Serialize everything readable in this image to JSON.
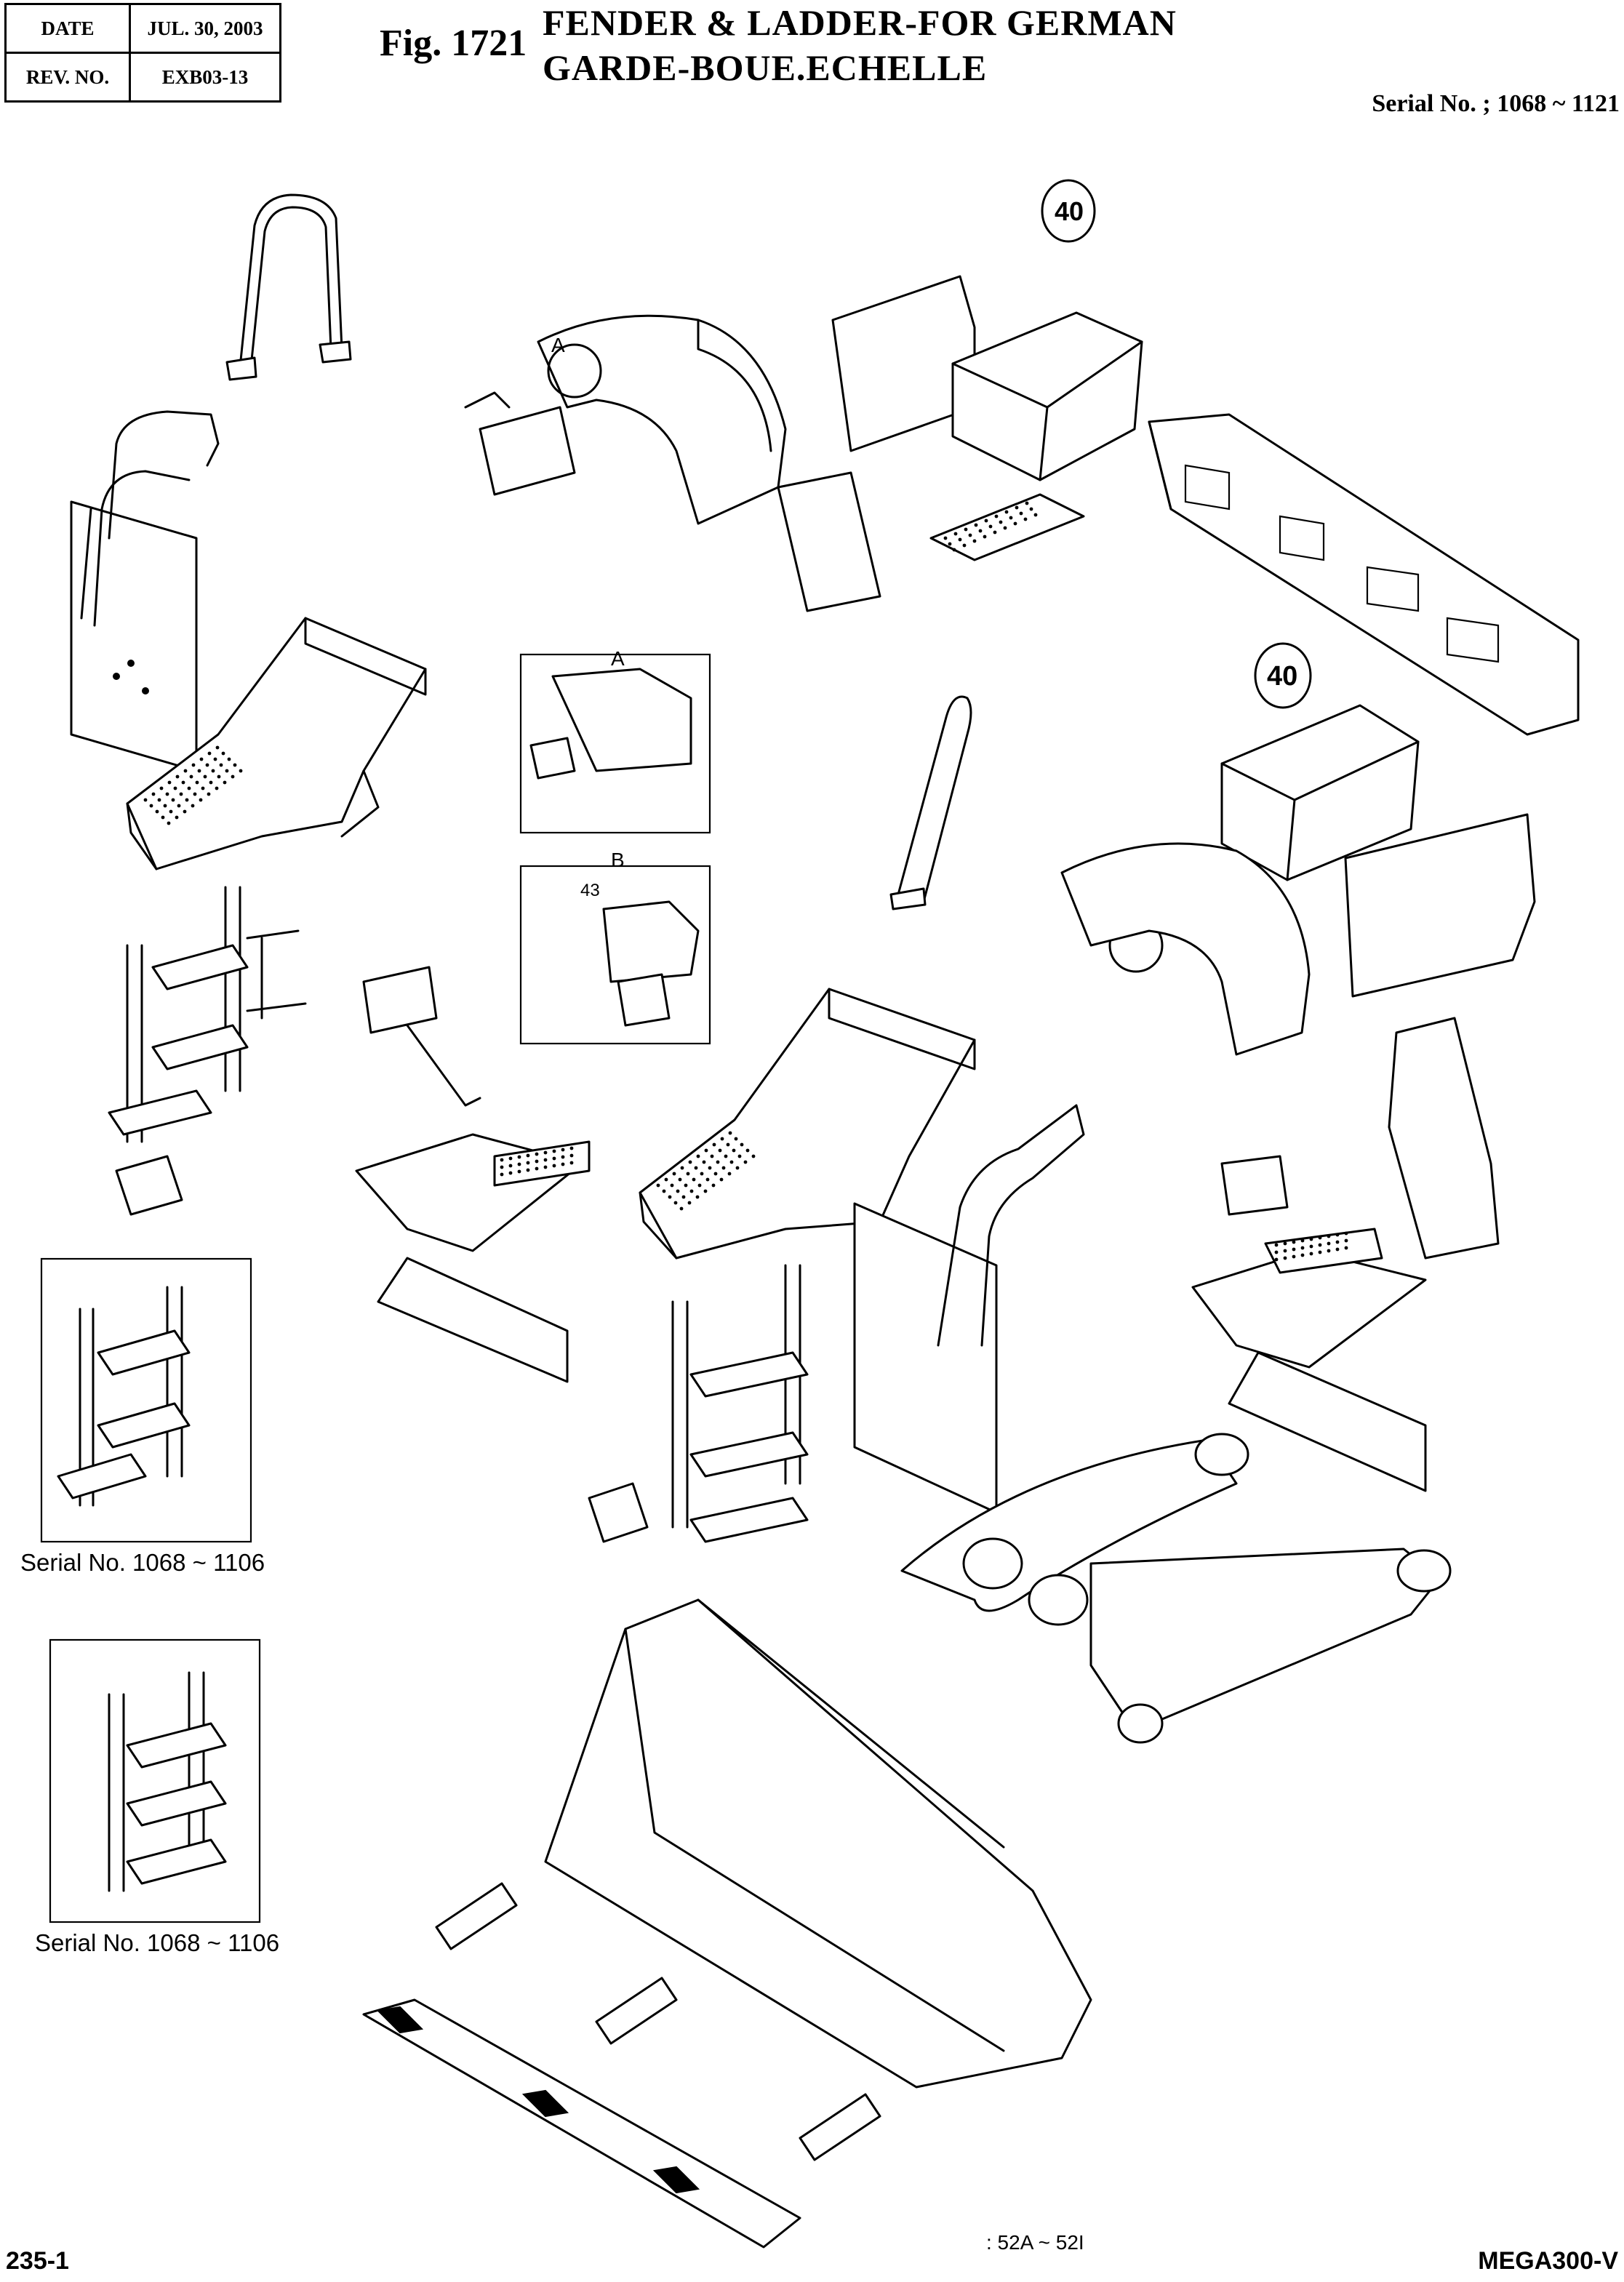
{
  "header": {
    "date_label": "DATE",
    "date_value": "JUL. 30, 2003",
    "rev_label": "REV. NO.",
    "rev_value": "EXB03-13"
  },
  "figure": {
    "number": "Fig. 1721",
    "title_en": "FENDER & LADDER-FOR GERMAN",
    "title_fr": "GARDE-BOUE.ECHELLE",
    "serial_range": "Serial No. ; 1068 ~ 1121"
  },
  "detail_labels": {
    "detail_a": "A",
    "detail_b": "B",
    "callout_a": "A",
    "callout_b": "B",
    "part_43": "43",
    "plate_40_left": "40",
    "plate_40_right": "40"
  },
  "captions": {
    "ladder_variant_1": "Serial No. 1068 ~ 1106",
    "ladder_variant_2": "Serial No. 1068 ~ 1106"
  },
  "footer": {
    "page_number": "235-1",
    "model": "MEGA300-V",
    "note": ": 52A ~ 52I"
  }
}
